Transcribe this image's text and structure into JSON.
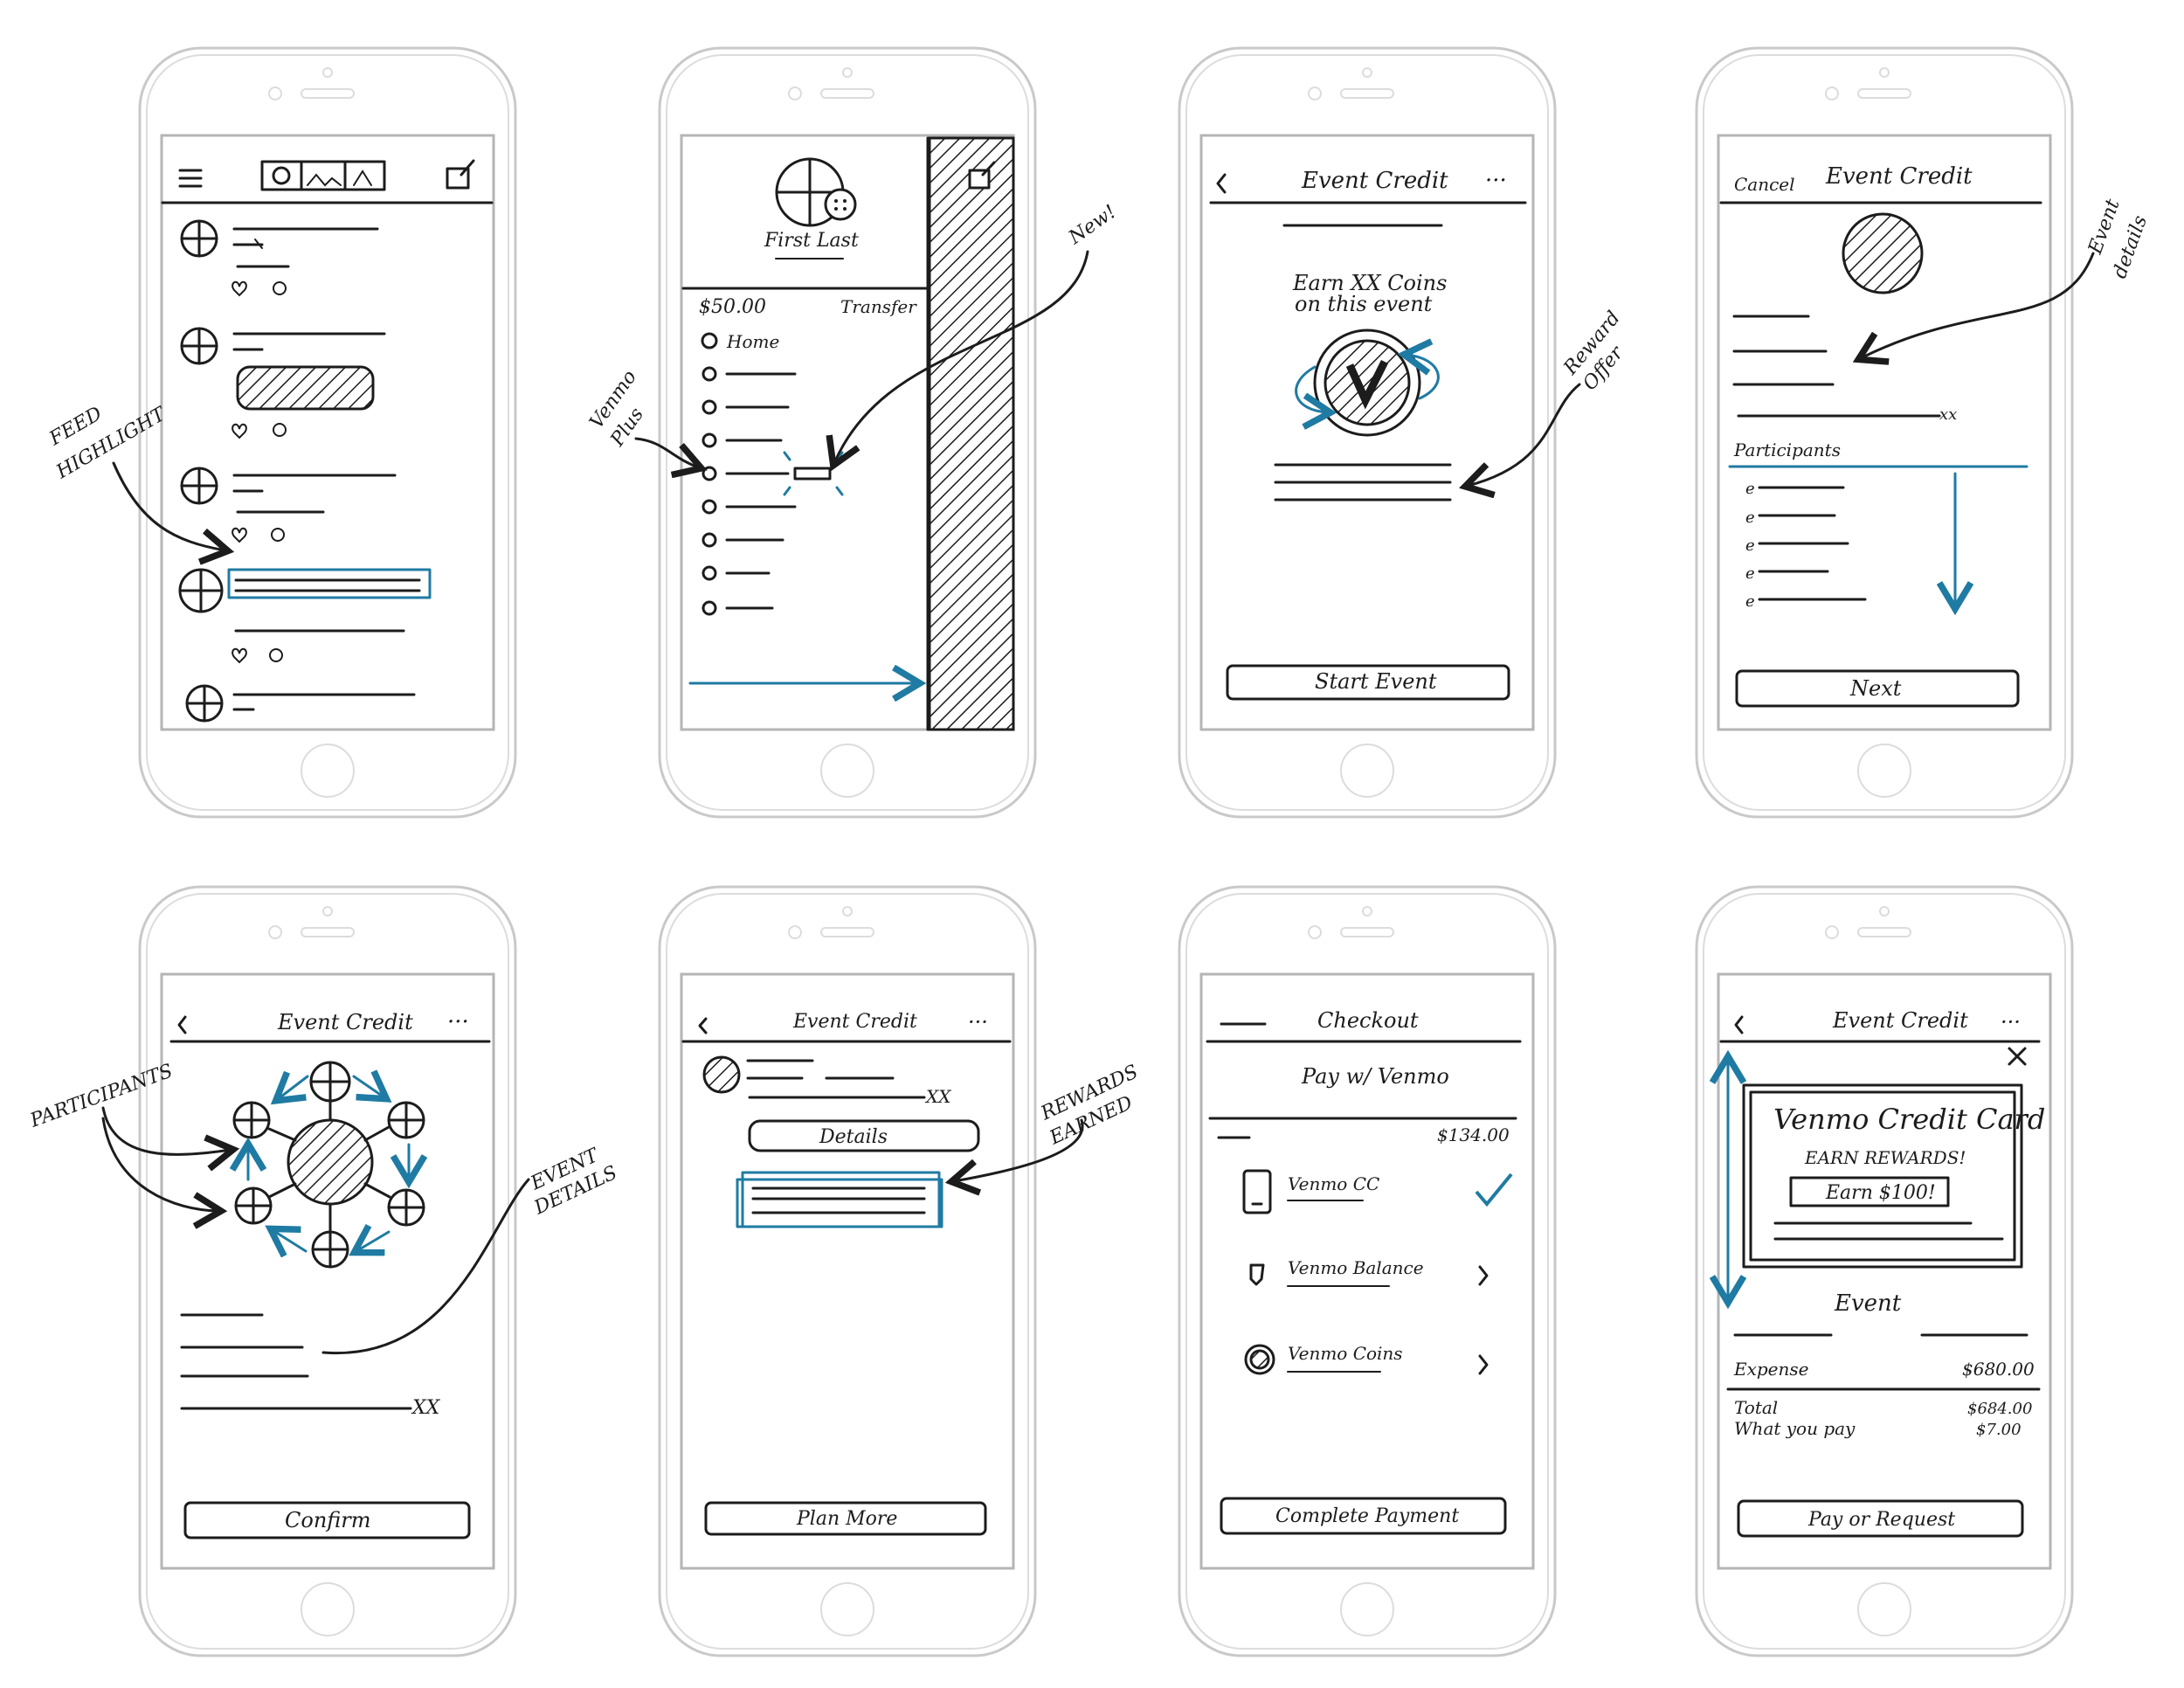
{
  "screen1": {
    "annotation_line1": "FEED",
    "annotation_line2": "HIGHLIGHT"
  },
  "screen2": {
    "name": "First Last",
    "balance": "$50.00",
    "transfer": "Transfer",
    "menu_home": "Home",
    "annotation_new": "New!",
    "annotation_venmo_line1": "Venmo",
    "annotation_venmo_line2": "Plus"
  },
  "screen3": {
    "title": "Event Credit",
    "earn_line1": "Earn XX Coins",
    "earn_line2": "on this event",
    "button": "Start Event",
    "annotation_line1": "Reward",
    "annotation_line2": "Offer"
  },
  "screen4": {
    "cancel": "Cancel",
    "title": "Event Credit",
    "participants": "Participants",
    "button": "Next",
    "annotation_line1": "Event",
    "annotation_line2": "details"
  },
  "screen5": {
    "title": "Event Credit",
    "amount": "XX",
    "button": "Confirm",
    "annotation_participants": "PARTICIPANTS",
    "annotation_event_line1": "EVENT",
    "annotation_event_line2": "DETAILS"
  },
  "screen6": {
    "title": "Event Credit",
    "amount": "XX",
    "details_button": "Details",
    "button": "Plan More",
    "annotation_line1": "REWARDS",
    "annotation_line2": "EARNED"
  },
  "screen7": {
    "title": "Checkout",
    "pay_with": "Pay w/ Venmo",
    "total": "$134.00",
    "option1": "Venmo CC",
    "option2": "Venmo Balance",
    "option3": "Venmo Coins",
    "button": "Complete Payment"
  },
  "screen8": {
    "title": "Event Credit",
    "card_title": "Venmo Credit Card",
    "card_subtitle": "EARN REWARDS!",
    "card_button": "Earn $100!",
    "event_label": "Event",
    "expense_label": "Expense",
    "expense_value": "$680.00",
    "total_label": "Total",
    "total_value": "$684.00",
    "you_pay_label": "What you pay",
    "you_pay_value": "$7.00",
    "button": "Pay or Request"
  }
}
